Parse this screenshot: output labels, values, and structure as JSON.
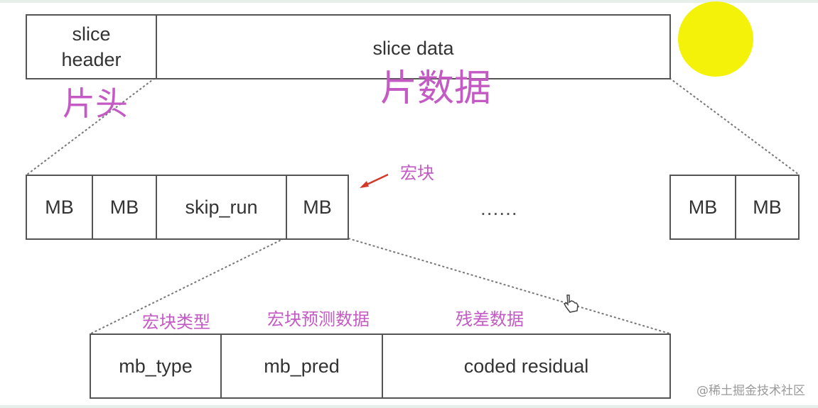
{
  "top_bar": {
    "slice_header": "slice\nheader",
    "slice_data": "slice data"
  },
  "annotations": {
    "slice_header_cn": "片头",
    "slice_data_cn": "片数据",
    "macroblock_cn": "宏块",
    "mb_type_cn": "宏块类型",
    "mb_pred_cn": "宏块预测数据",
    "residual_cn": "残差数据"
  },
  "mid_row": {
    "cells": [
      "MB",
      "MB",
      "skip_run",
      "MB"
    ],
    "ellipsis": "......",
    "right_cells": [
      "MB",
      "MB"
    ]
  },
  "bottom_row": {
    "cells": [
      "mb_type",
      "mb_pred",
      "coded residual"
    ]
  },
  "watermark": "@稀土掘金技术社区",
  "colors": {
    "annotation": "#c45ac4",
    "arrow": "#d23a2a",
    "sun": "#f5f20a",
    "border": "#555555"
  }
}
